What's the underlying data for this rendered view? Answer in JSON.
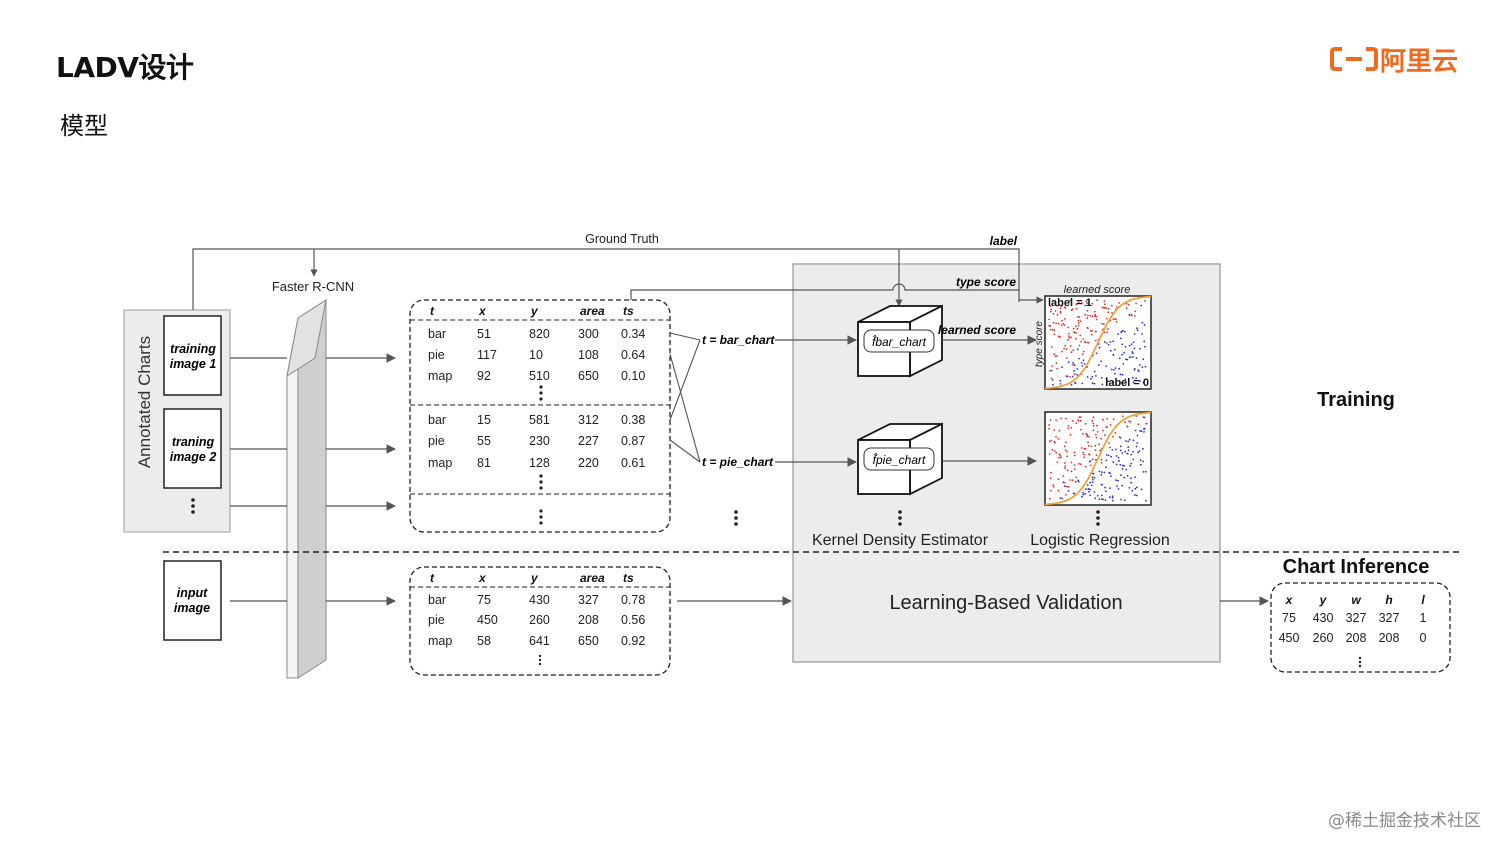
{
  "slide": {
    "title": "LADV设计",
    "subtitle": "模型",
    "logo_text": "阿里云",
    "brand_color": "#ee6a1f",
    "watermark": "@稀土掘金技术社区"
  },
  "diagram": {
    "ground_truth": "Ground Truth",
    "label": "label",
    "type_score": "type score",
    "learned_score_top": "learned score",
    "learned_score_arrow": "learned score",
    "faster_rcnn": "Faster R-CNN",
    "annotated_charts": "Annotated Charts",
    "training_image_1": [
      "training",
      "image 1"
    ],
    "training_image_2": [
      "traning",
      "image 2"
    ],
    "input_image": [
      "input",
      "image"
    ],
    "t_bar": "t = bar_chart",
    "t_pie": "t = pie_chart",
    "f_bar": "f̂bar_chart",
    "f_pie": "f̂pie_chart",
    "kde": "Kernel Density Estimator",
    "logreg": "Logistic Regression",
    "type_score_axis": "type score",
    "label_1": "label = 1",
    "label_0": "label = 0",
    "training": "Training",
    "chart_inference": "Chart Inference",
    "lbv": "Learning-Based Validation",
    "table_headers": [
      "t",
      "x",
      "y",
      "area",
      "ts"
    ],
    "train_table_1": [
      [
        "bar",
        "51",
        "820",
        "300",
        "0.34"
      ],
      [
        "pie",
        "117",
        "10",
        "108",
        "0.64"
      ],
      [
        "map",
        "92",
        "510",
        "650",
        "0.10"
      ]
    ],
    "train_table_2": [
      [
        "bar",
        "15",
        "581",
        "312",
        "0.38"
      ],
      [
        "pie",
        "55",
        "230",
        "227",
        "0.87"
      ],
      [
        "map",
        "81",
        "128",
        "220",
        "0.61"
      ]
    ],
    "infer_table": [
      [
        "bar",
        "75",
        "430",
        "327",
        "0.78"
      ],
      [
        "pie",
        "450",
        "260",
        "208",
        "0.56"
      ],
      [
        "map",
        "58",
        "641",
        "650",
        "0.92"
      ]
    ],
    "output_headers": [
      "x",
      "y",
      "w",
      "h",
      "l"
    ],
    "output_rows": [
      [
        "75",
        "430",
        "327",
        "327",
        "1"
      ],
      [
        "450",
        "260",
        "208",
        "208",
        "0"
      ]
    ],
    "output_zero_color": "#e8571f"
  }
}
